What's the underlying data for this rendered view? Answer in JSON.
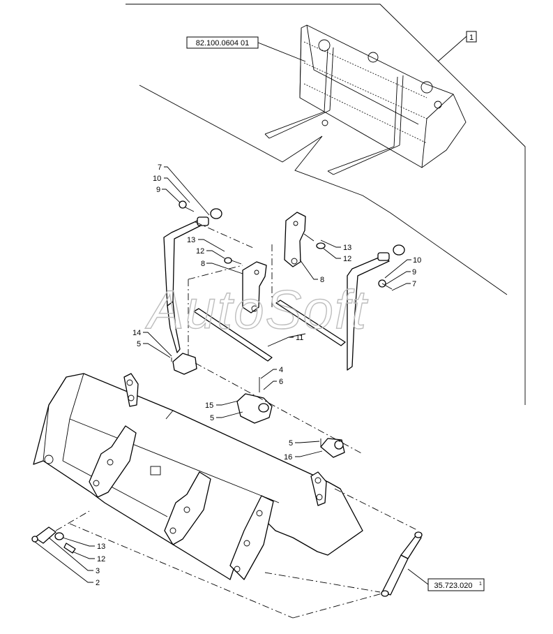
{
  "references": {
    "top_ref": "82.100.0604 01",
    "side_ref": "1",
    "bottom_ref": "35.723.020",
    "bottom_ref_sup": "1"
  },
  "watermark": "AutoSoft",
  "callouts": {
    "left_fork": {
      "c7": "7",
      "c10": "10",
      "c9": "9",
      "c13": "13",
      "c12": "12",
      "c8": "8"
    },
    "right_fork": {
      "c13": "13",
      "c12": "12",
      "c8": "8",
      "c10": "10",
      "c9": "9",
      "c7": "7"
    },
    "middle": {
      "c14": "14",
      "c5a": "5",
      "c11": "11",
      "c4": "4",
      "c6": "6",
      "c15": "15",
      "c5b": "5",
      "c5c": "5",
      "c16": "16"
    },
    "pin": {
      "c13": "13",
      "c12": "12",
      "c3": "3",
      "c2": "2"
    }
  }
}
